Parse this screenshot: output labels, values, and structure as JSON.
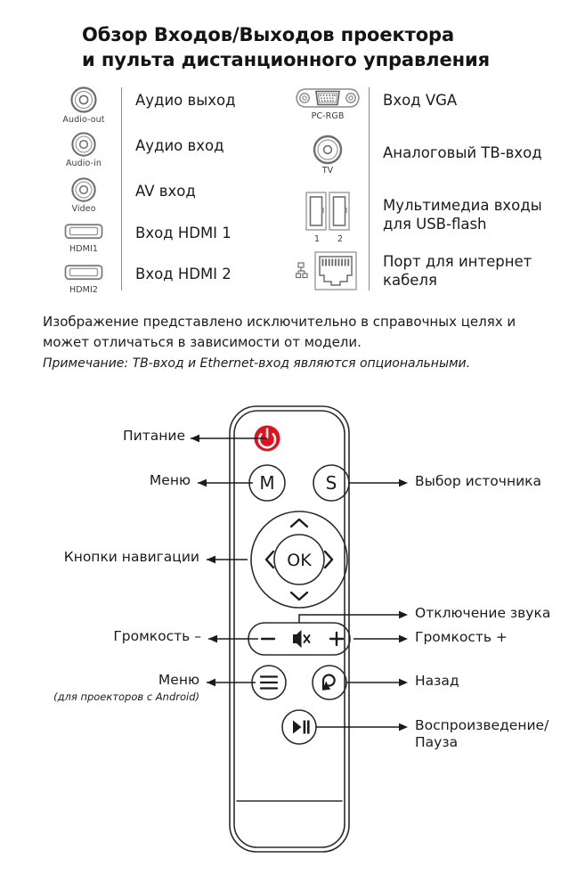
{
  "title": {
    "line1": "Обзор Входов/Выходов проектора",
    "line2": "и пульта дистанционного управления"
  },
  "ports": {
    "left_column": [
      {
        "icon": "audio-jack-icon",
        "caption": "Audio-out",
        "label": "Аудио выход"
      },
      {
        "icon": "audio-jack-icon",
        "caption": "Audio-in",
        "label": "Аудио вход"
      },
      {
        "icon": "audio-jack-icon",
        "caption": "Video",
        "label": "AV вход"
      },
      {
        "icon": "hdmi-port-icon",
        "caption": "HDMI1",
        "label": "Вход HDMI 1"
      },
      {
        "icon": "hdmi-port-icon",
        "caption": "HDMI2",
        "label": "Вход HDMI 2"
      }
    ],
    "right_column": [
      {
        "icon": "vga-port-icon",
        "caption": "PC-RGB",
        "label": "Вход VGA"
      },
      {
        "icon": "tv-coax-icon",
        "caption": "TV",
        "label": "Аналоговый ТВ-вход"
      },
      {
        "icon": "usb-ports-icon",
        "caption": "1    2",
        "label": "Мультимедиа входы\nдля USB-flash"
      },
      {
        "icon": "ethernet-port-icon",
        "caption": "",
        "label": "Порт для интернет\nкабеля"
      }
    ]
  },
  "disclaimer": "Изображение представлено исключительно в справочных целях и может отличаться в зависимости от модели.",
  "note": "Примечание: ТВ-вход и Ethernet-вход являются опциональными.",
  "remote": {
    "buttons": {
      "power": "power-icon",
      "menu_m": "M",
      "source_s": "S",
      "ok": "OK",
      "volume_minus": "−",
      "volume_plus": "+",
      "mute": "mute-icon",
      "android_menu": "hamburger-icon",
      "back": "back-arrow-icon",
      "play_pause": "play-pause-icon"
    },
    "annotations": {
      "power": "Питание",
      "menu": "Меню",
      "source": "Выбор источника",
      "navigation": "Кнопки навигации",
      "mute": "Отключение звука",
      "volume_down": "Громкость –",
      "volume_up": "Громкость +",
      "android_menu": "Меню",
      "android_menu_sub": "(для проекторов с Android)",
      "back": "Назад",
      "play_pause": "Воспроизведение/\nПауза"
    }
  },
  "colors": {
    "power_red": "#e2101b",
    "outline": "#2b2b2b",
    "icon_gray": "#6e6e6e",
    "text": "#1b1b1b"
  }
}
